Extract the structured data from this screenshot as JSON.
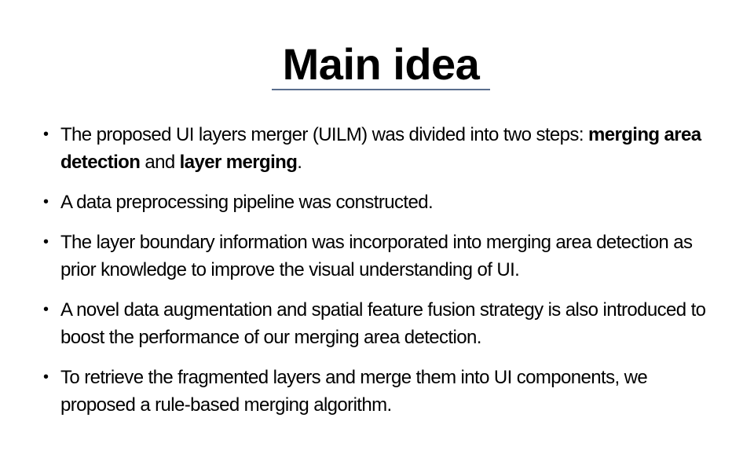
{
  "slide": {
    "title": "Main idea",
    "accent_color": "#5a6e8e",
    "bullet_glyph": "•",
    "bullets": [
      {
        "parts": {
          "p0": "The proposed UI layers merger (UILM) was divided into two steps: ",
          "p1": "merging area detection",
          "p2": " and ",
          "p3": "layer merging",
          "p4": "."
        }
      },
      {
        "text": "A data preprocessing pipeline was constructed."
      },
      {
        "text": "The layer boundary information was incorporated into merging area detection as prior knowledge to improve the visual understanding of UI."
      },
      {
        "text": "A novel data augmentation and spatial feature fusion strategy is also introduced to boost the performance of our merging area detection."
      },
      {
        "text": "To retrieve the fragmented layers and merge them into UI components, we proposed a rule-based merging algorithm."
      }
    ]
  }
}
